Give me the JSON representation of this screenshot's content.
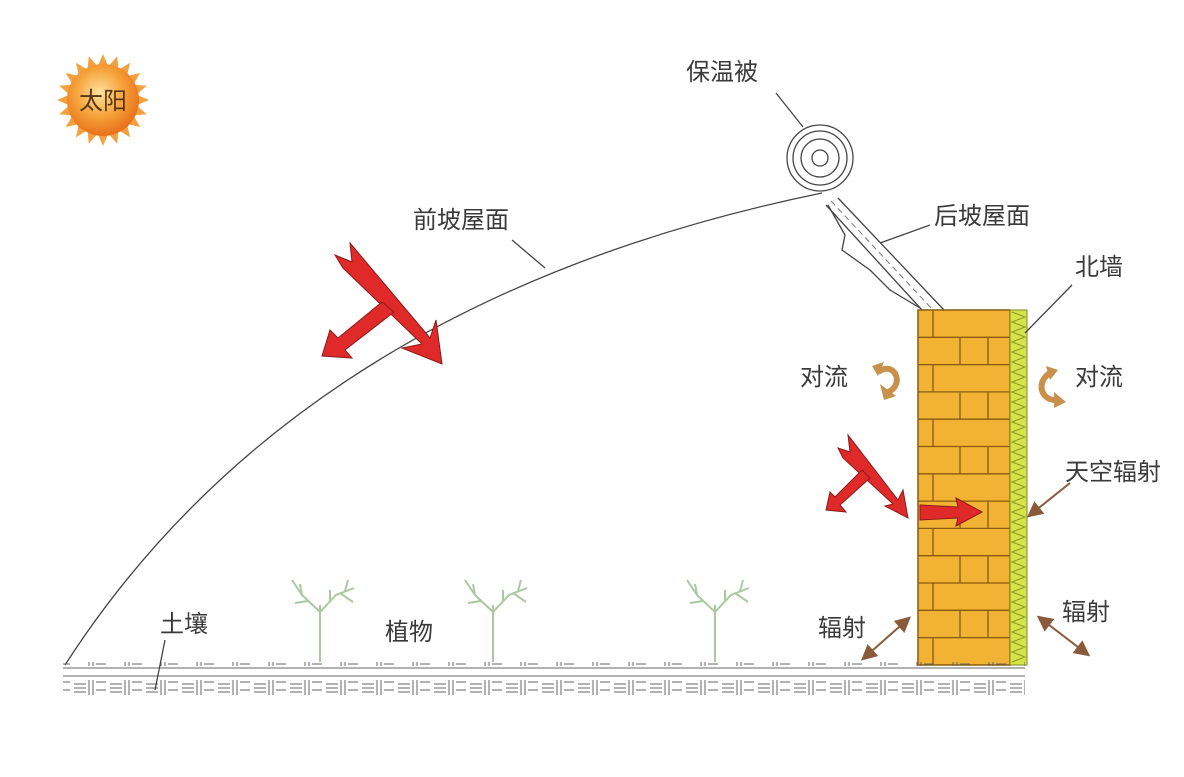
{
  "labels": {
    "sun": "太阳",
    "quilt": "保温被",
    "front_roof": "前坡屋面",
    "back_roof": "后坡屋面",
    "north_wall": "北墙",
    "convection_left": "对流",
    "convection_right": "对流",
    "sky_radiation": "天空辐射",
    "radiation_left": "辐射",
    "radiation_right": "辐射",
    "soil": "土壤",
    "plants": "植物"
  },
  "colors": {
    "sun": "#f08a1c",
    "wall": "#f2b233",
    "brick_line": "#8a5a10",
    "insulation": "#d6e24a",
    "solar_arrow": "#e02a2a",
    "convection_arrow": "#c8904a",
    "radiation_arrow": "#8a5a3a",
    "plant": "#a9c9a0"
  }
}
